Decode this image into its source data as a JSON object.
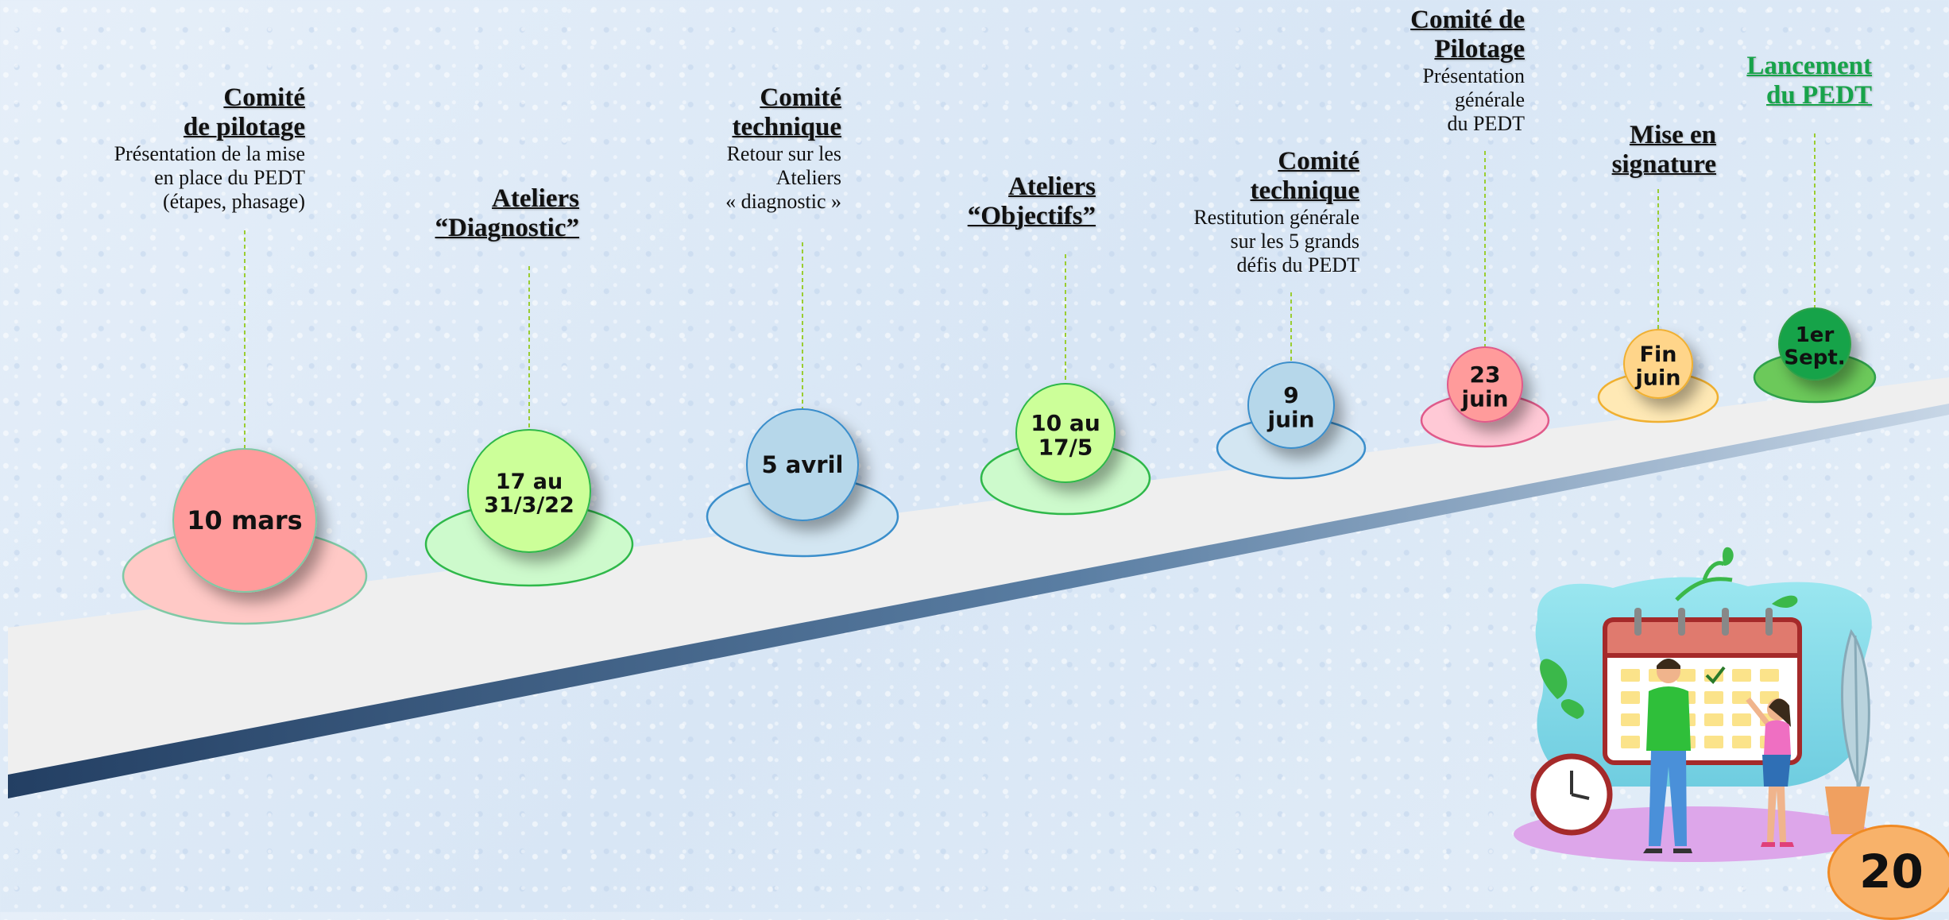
{
  "milestones": [
    {
      "title": "Comité\nde pilotage",
      "description": "Présentation de la mise\nen place du PEDT\n(étapes, phasage)",
      "date_line1": "10 mars",
      "date_line2": "",
      "color": "#ff9b9b",
      "base_color": "#ffc9c6"
    },
    {
      "title": "Ateliers\n“Diagnostic”",
      "description": "",
      "date_line1": "17 au",
      "date_line2": "31/3/22",
      "color": "#ccff99",
      "base_color": "#cdfacc"
    },
    {
      "title": "Comité\ntechnique",
      "description": "Retour sur les\nAteliers\n« diagnostic »",
      "date_line1": "5 avril",
      "date_line2": "",
      "color": "#b6d7ea",
      "base_color": "#d3e6f2"
    },
    {
      "title": "Ateliers\n“Objectifs”",
      "description": "",
      "date_line1": "10 au",
      "date_line2": "17/5",
      "color": "#ccff99",
      "base_color": "#cdfacc"
    },
    {
      "title": "Comité\ntechnique",
      "description": "Restitution générale\nsur les 5 grands\ndéfis du PEDT",
      "date_line1": "9",
      "date_line2": "juin",
      "color": "#b6d7ea",
      "base_color": "#d3e6f2"
    },
    {
      "title": "Comité de\nPilotage",
      "description": "Présentation\ngénérale\ndu PEDT",
      "date_line1": "23",
      "date_line2": "juin",
      "color": "#ff9b9b",
      "base_color": "#ffc9d6"
    },
    {
      "title": "Mise en\nsignature",
      "description": "",
      "date_line1": "Fin",
      "date_line2": "juin",
      "color": "#ffd58a",
      "base_color": "#ffe9b5"
    },
    {
      "title": "Lancement\ndu PEDT",
      "description": "",
      "date_line1": "1er",
      "date_line2": "Sept.",
      "color": "#17a34a",
      "base_color": "#6cc95a"
    }
  ],
  "page_number": "20",
  "colors": {
    "road_surface": "#efefef",
    "road_edge": "#2c4a6e",
    "guide_line": "#9acd32",
    "launch_title": "#17a34a"
  },
  "illustration": "calendar-planning-illustration"
}
